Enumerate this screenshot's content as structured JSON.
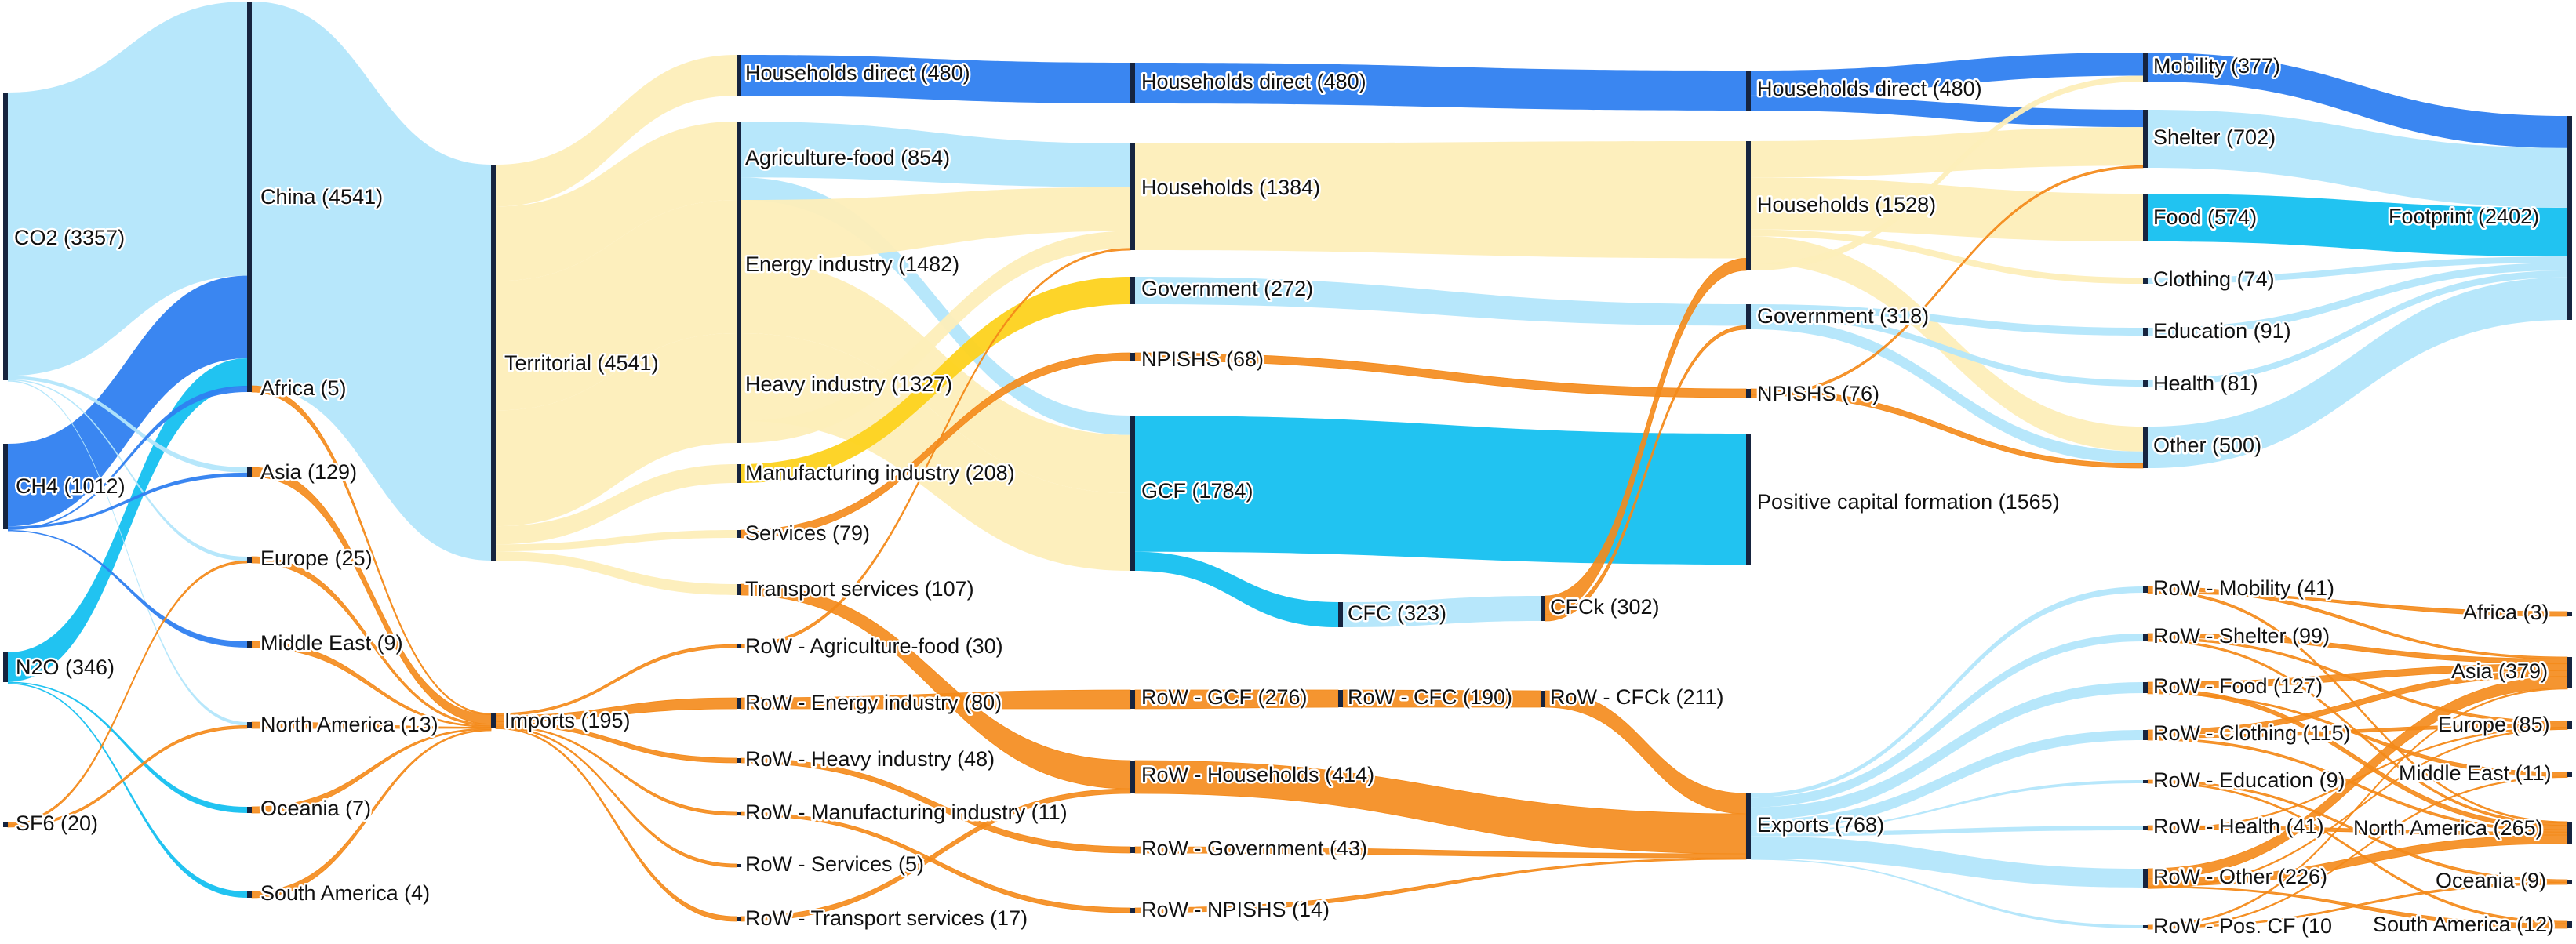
{
  "palette": {
    "co2": "#2f80f0",
    "co2_light": "#b3e6fb",
    "co2_pale": "#dff6fd",
    "cyan": "#15c0f0",
    "beige": "#fdeeb9",
    "yellow": "#fdd21d",
    "orange": "#f48a1a",
    "node": "#16243f"
  },
  "nodes": [
    {
      "id": "co2",
      "label": "CO2 (3357)"
    },
    {
      "id": "ch4",
      "label": "CH4 (1012)"
    },
    {
      "id": "n2o",
      "label": "N2O (346)"
    },
    {
      "id": "sf6",
      "label": "SF6 (20)"
    },
    {
      "id": "china",
      "label": "China  (4541)"
    },
    {
      "id": "africa_src",
      "label": "Africa  (5)"
    },
    {
      "id": "asia_src",
      "label": "Asia  (129)"
    },
    {
      "id": "europe_src",
      "label": "Europe  (25)"
    },
    {
      "id": "mideast_src",
      "label": "Middle East  (9)"
    },
    {
      "id": "namerica_src",
      "label": "North America  (13)"
    },
    {
      "id": "oceania_src",
      "label": "Oceania  (7)"
    },
    {
      "id": "samerica_src",
      "label": "South America  (4)"
    },
    {
      "id": "territorial",
      "label": "Territorial (4541)"
    },
    {
      "id": "imports",
      "label": "Imports (195)"
    },
    {
      "id": "hh_direct1",
      "label": "Households direct   (480)"
    },
    {
      "id": "agri",
      "label": "Agriculture-food (854)"
    },
    {
      "id": "energy",
      "label": "Energy industry (1482)"
    },
    {
      "id": "heavy",
      "label": "Heavy industry (1327)"
    },
    {
      "id": "manuf",
      "label": "Manufacturing industry (208)"
    },
    {
      "id": "services",
      "label": "Services (79)"
    },
    {
      "id": "transport",
      "label": "Transport services (107)"
    },
    {
      "id": "row_agri",
      "label": "RoW - Agriculture-food (30)"
    },
    {
      "id": "row_energy",
      "label": "RoW - Energy industry (80)"
    },
    {
      "id": "row_heavy",
      "label": "RoW - Heavy industry (48)"
    },
    {
      "id": "row_manuf",
      "label": "RoW - Manufacturing industry (11)"
    },
    {
      "id": "row_services",
      "label": "RoW - Services (5)"
    },
    {
      "id": "row_transport",
      "label": "RoW - Transport services (17)"
    },
    {
      "id": "hh_direct2",
      "label": "Households direct (480)"
    },
    {
      "id": "households",
      "label": "Households (1384)"
    },
    {
      "id": "government",
      "label": "Government (272)"
    },
    {
      "id": "npishs",
      "label": "NPISHS (68)"
    },
    {
      "id": "gcf",
      "label": "GCF (1784)"
    },
    {
      "id": "row_gcf",
      "label": "RoW - GCF (276)"
    },
    {
      "id": "row_households",
      "label": "RoW - Households (414)"
    },
    {
      "id": "row_gov",
      "label": "RoW - Government (43)"
    },
    {
      "id": "row_npishs",
      "label": "RoW - NPISHS (14)"
    },
    {
      "id": "cfc",
      "label": "CFC (323)"
    },
    {
      "id": "row_cfc",
      "label": "RoW - CFC (190)"
    },
    {
      "id": "cfck",
      "label": "CFCk (302)"
    },
    {
      "id": "row_cfck",
      "label": "RoW - CFCk (211)"
    },
    {
      "id": "hh_direct3",
      "label": "Households direct  (480)"
    },
    {
      "id": "households2",
      "label": "Households  (1528)"
    },
    {
      "id": "government2",
      "label": "Government  (318)"
    },
    {
      "id": "npishs2",
      "label": "NPISHS  (76)"
    },
    {
      "id": "poscap",
      "label": "Positive capital formation  (1565)"
    },
    {
      "id": "exports",
      "label": "Exports (768)"
    },
    {
      "id": "mobility",
      "label": "Mobility (377)"
    },
    {
      "id": "shelter",
      "label": "Shelter (702)"
    },
    {
      "id": "food",
      "label": "Food (574)"
    },
    {
      "id": "clothing",
      "label": "Clothing (74)"
    },
    {
      "id": "education",
      "label": "Education (91)"
    },
    {
      "id": "health",
      "label": "Health (81)"
    },
    {
      "id": "other",
      "label": "Other (500)"
    },
    {
      "id": "row_mobility",
      "label": "RoW - Mobility (41)"
    },
    {
      "id": "row_shelter",
      "label": "RoW - Shelter (99)"
    },
    {
      "id": "row_food",
      "label": "RoW - Food (127)"
    },
    {
      "id": "row_clothing",
      "label": "RoW - Clothing (115)"
    },
    {
      "id": "row_education",
      "label": "RoW - Education (9)"
    },
    {
      "id": "row_health",
      "label": "RoW - Health (41)"
    },
    {
      "id": "row_other",
      "label": "RoW - Other (226)"
    },
    {
      "id": "row_poscf",
      "label": "RoW - Pos. CF (10"
    },
    {
      "id": "footprint",
      "label": "Footprint (2402)"
    },
    {
      "id": "africa_dst",
      "label": "Africa (3)"
    },
    {
      "id": "asia_dst",
      "label": "Asia (379)"
    },
    {
      "id": "europe_dst",
      "label": "Europe (85)"
    },
    {
      "id": "mideast_dst",
      "label": "Middle East (11)"
    },
    {
      "id": "namerica_dst",
      "label": "North America (265)"
    },
    {
      "id": "oceania_dst",
      "label": "Oceania (9)"
    },
    {
      "id": "samerica_dst",
      "label": "South America (12)"
    }
  ],
  "links": [
    {
      "source": "co2",
      "target": "china",
      "value": 3357
    },
    {
      "source": "ch4",
      "target": "china",
      "value": 1012
    },
    {
      "source": "n2o",
      "target": "china",
      "value": 346
    },
    {
      "source": "co2",
      "target": "asia_src",
      "value": 40
    },
    {
      "source": "co2",
      "target": "europe_src",
      "value": 8
    },
    {
      "source": "co2",
      "target": "namerica_src",
      "value": 5
    },
    {
      "source": "ch4",
      "target": "asia_src",
      "value": 30
    },
    {
      "source": "ch4",
      "target": "africa_src",
      "value": 2
    },
    {
      "source": "ch4",
      "target": "mideast_src",
      "value": 3
    },
    {
      "source": "n2o",
      "target": "oceania_src",
      "value": 3
    },
    {
      "source": "n2o",
      "target": "samerica_src",
      "value": 2
    },
    {
      "source": "sf6",
      "target": "europe_src",
      "value": 4
    },
    {
      "source": "sf6",
      "target": "namerica_src",
      "value": 4
    },
    {
      "source": "china",
      "target": "territorial",
      "value": 4541
    },
    {
      "source": "africa_src",
      "target": "imports",
      "value": 5
    },
    {
      "source": "asia_src",
      "target": "imports",
      "value": 129
    },
    {
      "source": "europe_src",
      "target": "imports",
      "value": 25
    },
    {
      "source": "mideast_src",
      "target": "imports",
      "value": 9
    },
    {
      "source": "namerica_src",
      "target": "imports",
      "value": 13
    },
    {
      "source": "oceania_src",
      "target": "imports",
      "value": 7
    },
    {
      "source": "samerica_src",
      "target": "imports",
      "value": 4
    },
    {
      "source": "territorial",
      "target": "hh_direct1",
      "value": 480
    },
    {
      "source": "territorial",
      "target": "agri",
      "value": 854
    },
    {
      "source": "territorial",
      "target": "energy",
      "value": 1482
    },
    {
      "source": "territorial",
      "target": "heavy",
      "value": 1327
    },
    {
      "source": "territorial",
      "target": "manuf",
      "value": 208
    },
    {
      "source": "territorial",
      "target": "services",
      "value": 79
    },
    {
      "source": "territorial",
      "target": "transport",
      "value": 107
    },
    {
      "source": "imports",
      "target": "row_agri",
      "value": 30
    },
    {
      "source": "imports",
      "target": "row_energy",
      "value": 80
    },
    {
      "source": "imports",
      "target": "row_heavy",
      "value": 48
    },
    {
      "source": "imports",
      "target": "row_manuf",
      "value": 11
    },
    {
      "source": "imports",
      "target": "row_services",
      "value": 5
    },
    {
      "source": "imports",
      "target": "row_transport",
      "value": 17
    },
    {
      "source": "hh_direct1",
      "target": "hh_direct2",
      "value": 480
    },
    {
      "source": "agri",
      "target": "households",
      "value": 500
    },
    {
      "source": "agri",
      "target": "gcf",
      "value": 200
    },
    {
      "source": "energy",
      "target": "households",
      "value": 500
    },
    {
      "source": "energy",
      "target": "gcf",
      "value": 600
    },
    {
      "source": "heavy",
      "target": "gcf",
      "value": 800
    },
    {
      "source": "heavy",
      "target": "households",
      "value": 200
    },
    {
      "source": "manuf",
      "target": "government",
      "value": 80
    },
    {
      "source": "services",
      "target": "npishs",
      "value": 40
    },
    {
      "source": "transport",
      "target": "row_households",
      "value": 60
    },
    {
      "source": "row_agri",
      "target": "households",
      "value": 20
    },
    {
      "source": "row_energy",
      "target": "row_gcf",
      "value": 40
    },
    {
      "source": "row_heavy",
      "target": "row_gov",
      "value": 20
    },
    {
      "source": "row_manuf",
      "target": "row_npishs",
      "value": 8
    },
    {
      "source": "row_transport",
      "target": "row_households",
      "value": 10
    },
    {
      "source": "hh_direct2",
      "target": "hh_direct3",
      "value": 480
    },
    {
      "source": "households",
      "target": "households2",
      "value": 1384
    },
    {
      "source": "government",
      "target": "government2",
      "value": 272
    },
    {
      "source": "npishs",
      "target": "npishs2",
      "value": 68
    },
    {
      "source": "gcf",
      "target": "poscap",
      "value": 1565
    },
    {
      "source": "gcf",
      "target": "cfc",
      "value": 219
    },
    {
      "source": "cfc",
      "target": "cfck",
      "value": 302
    },
    {
      "source": "row_gcf",
      "target": "row_cfc",
      "value": 190
    },
    {
      "source": "row_cfc",
      "target": "row_cfck",
      "value": 190
    },
    {
      "source": "row_cfck",
      "target": "exports",
      "value": 211
    },
    {
      "source": "row_households",
      "target": "exports",
      "value": 414
    },
    {
      "source": "row_gov",
      "target": "exports",
      "value": 43
    },
    {
      "source": "row_npishs",
      "target": "exports",
      "value": 14
    },
    {
      "source": "cfck",
      "target": "households2",
      "value": 144
    },
    {
      "source": "cfck",
      "target": "government2",
      "value": 46
    },
    {
      "source": "hh_direct3",
      "target": "mobility",
      "value": 300
    },
    {
      "source": "hh_direct3",
      "target": "shelter",
      "value": 180
    },
    {
      "source": "households2",
      "target": "shelter",
      "value": 400
    },
    {
      "source": "households2",
      "target": "food",
      "value": 574
    },
    {
      "source": "households2",
      "target": "clothing",
      "value": 74
    },
    {
      "source": "households2",
      "target": "other",
      "value": 300
    },
    {
      "source": "households2",
      "target": "mobility",
      "value": 77
    },
    {
      "source": "government2",
      "target": "education",
      "value": 91
    },
    {
      "source": "government2",
      "target": "health",
      "value": 81
    },
    {
      "source": "government2",
      "target": "other",
      "value": 146
    },
    {
      "source": "npishs2",
      "target": "other",
      "value": 54
    },
    {
      "source": "npishs2",
      "target": "shelter",
      "value": 22
    },
    {
      "source": "exports",
      "target": "row_mobility",
      "value": 41
    },
    {
      "source": "exports",
      "target": "row_shelter",
      "value": 99
    },
    {
      "source": "exports",
      "target": "row_food",
      "value": 127
    },
    {
      "source": "exports",
      "target": "row_clothing",
      "value": 115
    },
    {
      "source": "exports",
      "target": "row_education",
      "value": 9
    },
    {
      "source": "exports",
      "target": "row_health",
      "value": 41
    },
    {
      "source": "exports",
      "target": "row_other",
      "value": 226
    },
    {
      "source": "exports",
      "target": "row_poscf",
      "value": 10
    },
    {
      "source": "mobility",
      "target": "footprint",
      "value": 377
    },
    {
      "source": "shelter",
      "target": "footprint",
      "value": 702
    },
    {
      "source": "food",
      "target": "footprint",
      "value": 574
    },
    {
      "source": "clothing",
      "target": "footprint",
      "value": 74
    },
    {
      "source": "education",
      "target": "footprint",
      "value": 91
    },
    {
      "source": "health",
      "target": "footprint",
      "value": 81
    },
    {
      "source": "other",
      "target": "footprint",
      "value": 500
    },
    {
      "source": "row_mobility",
      "target": "asia_dst",
      "value": 20
    },
    {
      "source": "row_mobility",
      "target": "namerica_dst",
      "value": 15
    },
    {
      "source": "row_mobility",
      "target": "africa_dst",
      "value": 3
    },
    {
      "source": "row_shelter",
      "target": "asia_dst",
      "value": 50
    },
    {
      "source": "row_shelter",
      "target": "europe_dst",
      "value": 25
    },
    {
      "source": "row_shelter",
      "target": "namerica_dst",
      "value": 24
    },
    {
      "source": "row_food",
      "target": "asia_dst",
      "value": 70
    },
    {
      "source": "row_food",
      "target": "namerica_dst",
      "value": 45
    },
    {
      "source": "row_food",
      "target": "mideast_dst",
      "value": 6
    },
    {
      "source": "row_clothing",
      "target": "asia_dst",
      "value": 60
    },
    {
      "source": "row_clothing",
      "target": "europe_dst",
      "value": 30
    },
    {
      "source": "row_clothing",
      "target": "namerica_dst",
      "value": 25
    },
    {
      "source": "row_education",
      "target": "oceania_dst",
      "value": 5
    },
    {
      "source": "row_education",
      "target": "samerica_dst",
      "value": 4
    },
    {
      "source": "row_health",
      "target": "namerica_dst",
      "value": 30
    },
    {
      "source": "row_health",
      "target": "europe_dst",
      "value": 11
    },
    {
      "source": "row_other",
      "target": "asia_dst",
      "value": 120
    },
    {
      "source": "row_other",
      "target": "namerica_dst",
      "value": 90
    },
    {
      "source": "row_other",
      "target": "samerica_dst",
      "value": 8
    },
    {
      "source": "row_other",
      "target": "europe_dst",
      "value": 8
    },
    {
      "source": "row_poscf",
      "target": "asia_dst",
      "value": 5
    },
    {
      "source": "row_poscf",
      "target": "oceania_dst",
      "value": 4
    },
    {
      "source": "row_poscf",
      "target": "mideast_dst",
      "value": 1
    }
  ]
}
